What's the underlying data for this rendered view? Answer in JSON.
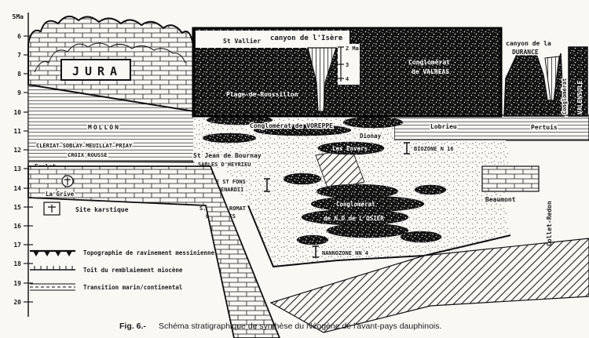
{
  "page": {
    "background": "#f9f8f5",
    "ink": "#1a1a1a"
  },
  "axis": {
    "top": "5Ma",
    "ticks": [
      "6",
      "7",
      "8",
      "9",
      "10",
      "11",
      "12",
      "13",
      "14",
      "15",
      "16",
      "17",
      "18",
      "19",
      "20"
    ]
  },
  "miniscale": {
    "t2": "2 Ma",
    "t3": "3",
    "t4": "4"
  },
  "labels": {
    "jura": "JURA",
    "canyon_isere": "canyon de l'Isère",
    "st_vallier": "St Vallier",
    "plage_roussillon": "Plage-de-Roussillon",
    "valreas_line1": "Conglomérat",
    "valreas_line2": "de VALREAS",
    "canyon_durance_line1": "canyon de la",
    "canyon_durance_line2": "DURANCE",
    "valensole_col": "Conglomérat",
    "valensole": "VALENSOLE",
    "voreppe": "Conglomérat de VOREPPE",
    "mollon": "MOLLON",
    "lobrieu": "Lobrieu",
    "pertuis": "Pertuis",
    "cleriat": "CLÉRIAT  SOBLAY  MEUILLAT  PRIAY",
    "croix_rousse": "CROIX ROUSSE",
    "ecolet": "Ecolet",
    "st_jean_bournay": "St Jean de Bournay",
    "sables_heyrieu": "SABLES D'HEYRIEU",
    "dionay": "Dionay",
    "les_envers": "Les Envers",
    "biozone": "BIOZONE N 16",
    "la_grive": "La Grive",
    "st_fons_line1": "S. DE ST FONS",
    "st_fons_line2": "G. MENARDII",
    "st_romat_line1": "S. DE ST ROMAT",
    "st_romat_line2": "ORBULINES",
    "osier_line1": "Conglomérat",
    "osier_line2": "de N.D de L'OSIER",
    "nannozone": "NANNOZONE NN 4",
    "beaumont": "Beaumont",
    "collet_redon": "Collet-Redon"
  },
  "legend": {
    "karst": "Site karstique",
    "ravinement": "Topographie de ravinement messinienne",
    "toit": "Toit du remblaiement miocène",
    "transition": "Transition marin/continental"
  },
  "caption": {
    "label": "Fig. 6.-",
    "text": "Schéma stratigraphique de synthèse du Néogène de l'avant-pays dauphinois."
  }
}
